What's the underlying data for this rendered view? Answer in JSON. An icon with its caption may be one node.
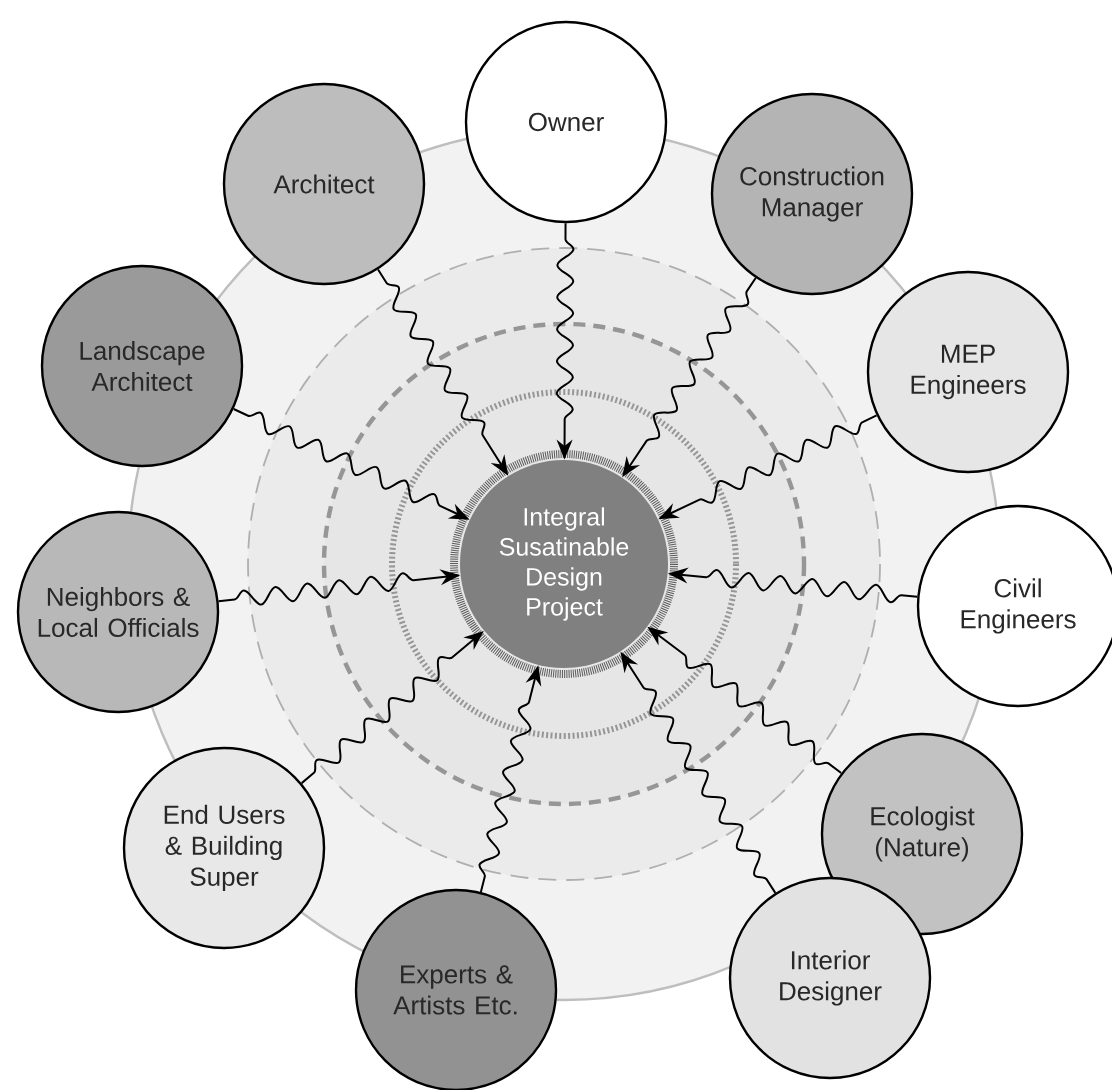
{
  "diagram": {
    "nodes": [
      {
        "text": [
          "Owner"
        ]
      },
      {
        "text": [
          "Construction Manager"
        ]
      },
      {
        "text": [
          "MEP Engineers"
        ]
      },
      {
        "text": [
          "Civil Engineers"
        ]
      },
      {
        "text": [
          "Ecologist (Nature)"
        ]
      },
      {
        "text": [
          "Interior Designer"
        ]
      },
      {
        "text": [
          "Experts & Artists Etc."
        ]
      },
      {
        "text": [
          "End Users & Building Super"
        ]
      },
      {
        "text": [
          "Neighbors & Local Officials"
        ]
      },
      {
        "text": [
          "Landscape Architect"
        ]
      },
      {
        "text": [
          "Architect"
        ]
      },
      {
        "text": [
          "Integral Susatinable Design Project"
        ]
      }
    ],
    "edges": [
      {
        "from": 0,
        "to": 11,
        "arrow": "to"
      },
      {
        "from": 1,
        "to": 11,
        "arrow": "to"
      },
      {
        "from": 2,
        "to": 11,
        "arrow": "to"
      },
      {
        "from": 3,
        "to": 11,
        "arrow": "to"
      },
      {
        "from": 4,
        "to": 11,
        "arrow": "to"
      },
      {
        "from": 5,
        "to": 11,
        "arrow": "to"
      },
      {
        "from": 6,
        "to": 11,
        "arrow": "to"
      },
      {
        "from": 7,
        "to": 11,
        "arrow": "to"
      },
      {
        "from": 8,
        "to": 11,
        "arrow": "to"
      },
      {
        "from": 9,
        "to": 11,
        "arrow": "to"
      },
      {
        "from": 10,
        "to": 11,
        "arrow": "to"
      }
    ]
  }
}
